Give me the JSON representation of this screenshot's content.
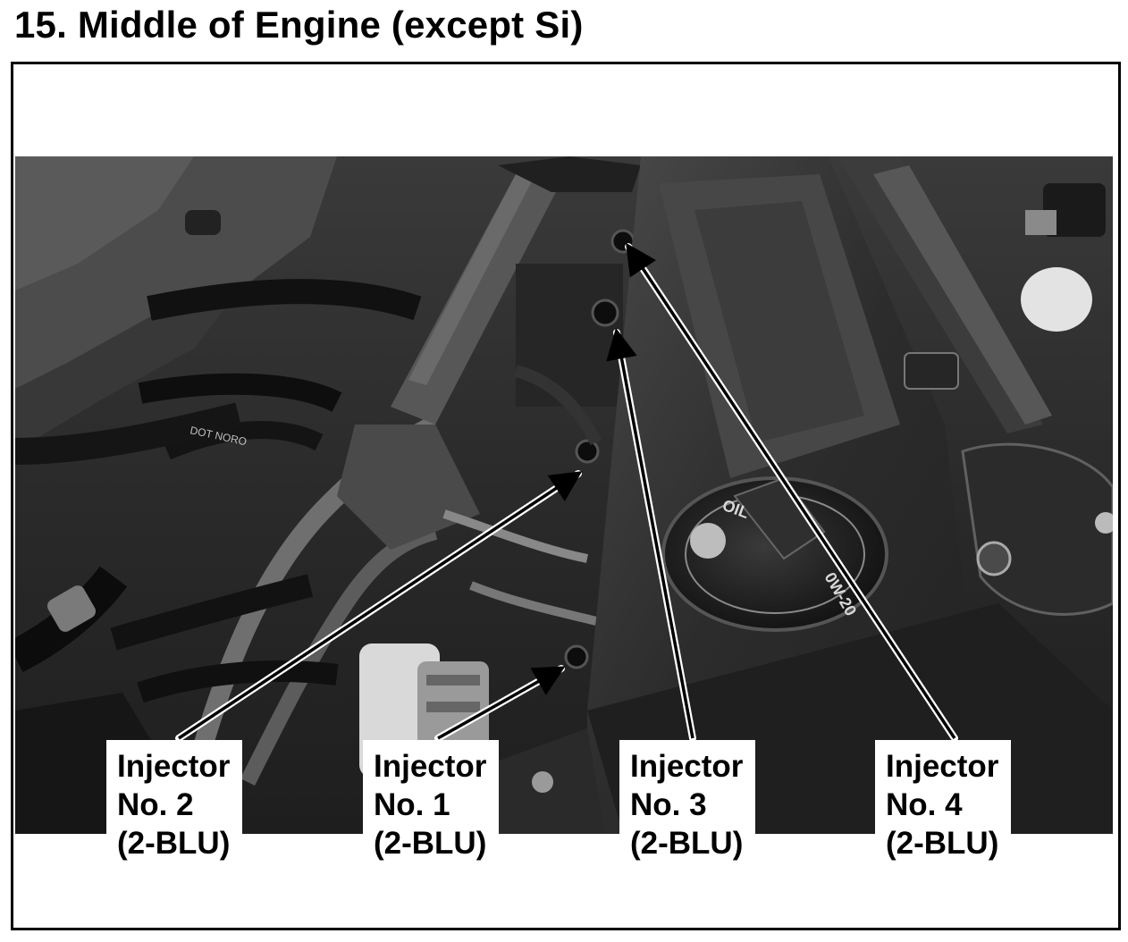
{
  "title": "15. Middle of Engine (except Si)",
  "photo": {
    "oil_cap_text": "OIL",
    "oil_cap_grade": "0W-20",
    "hose_marking": "DOT NORO"
  },
  "callouts": [
    {
      "id": "injector-2",
      "line1": "Injector",
      "line2": "No. 2",
      "line3": "(2-BLU)"
    },
    {
      "id": "injector-1",
      "line1": "Injector",
      "line2": "No. 1",
      "line3": "(2-BLU)"
    },
    {
      "id": "injector-3",
      "line1": "Injector",
      "line2": "No. 3",
      "line3": "(2-BLU)"
    },
    {
      "id": "injector-4",
      "line1": "Injector",
      "line2": "No. 4",
      "line3": "(2-BLU)"
    }
  ]
}
